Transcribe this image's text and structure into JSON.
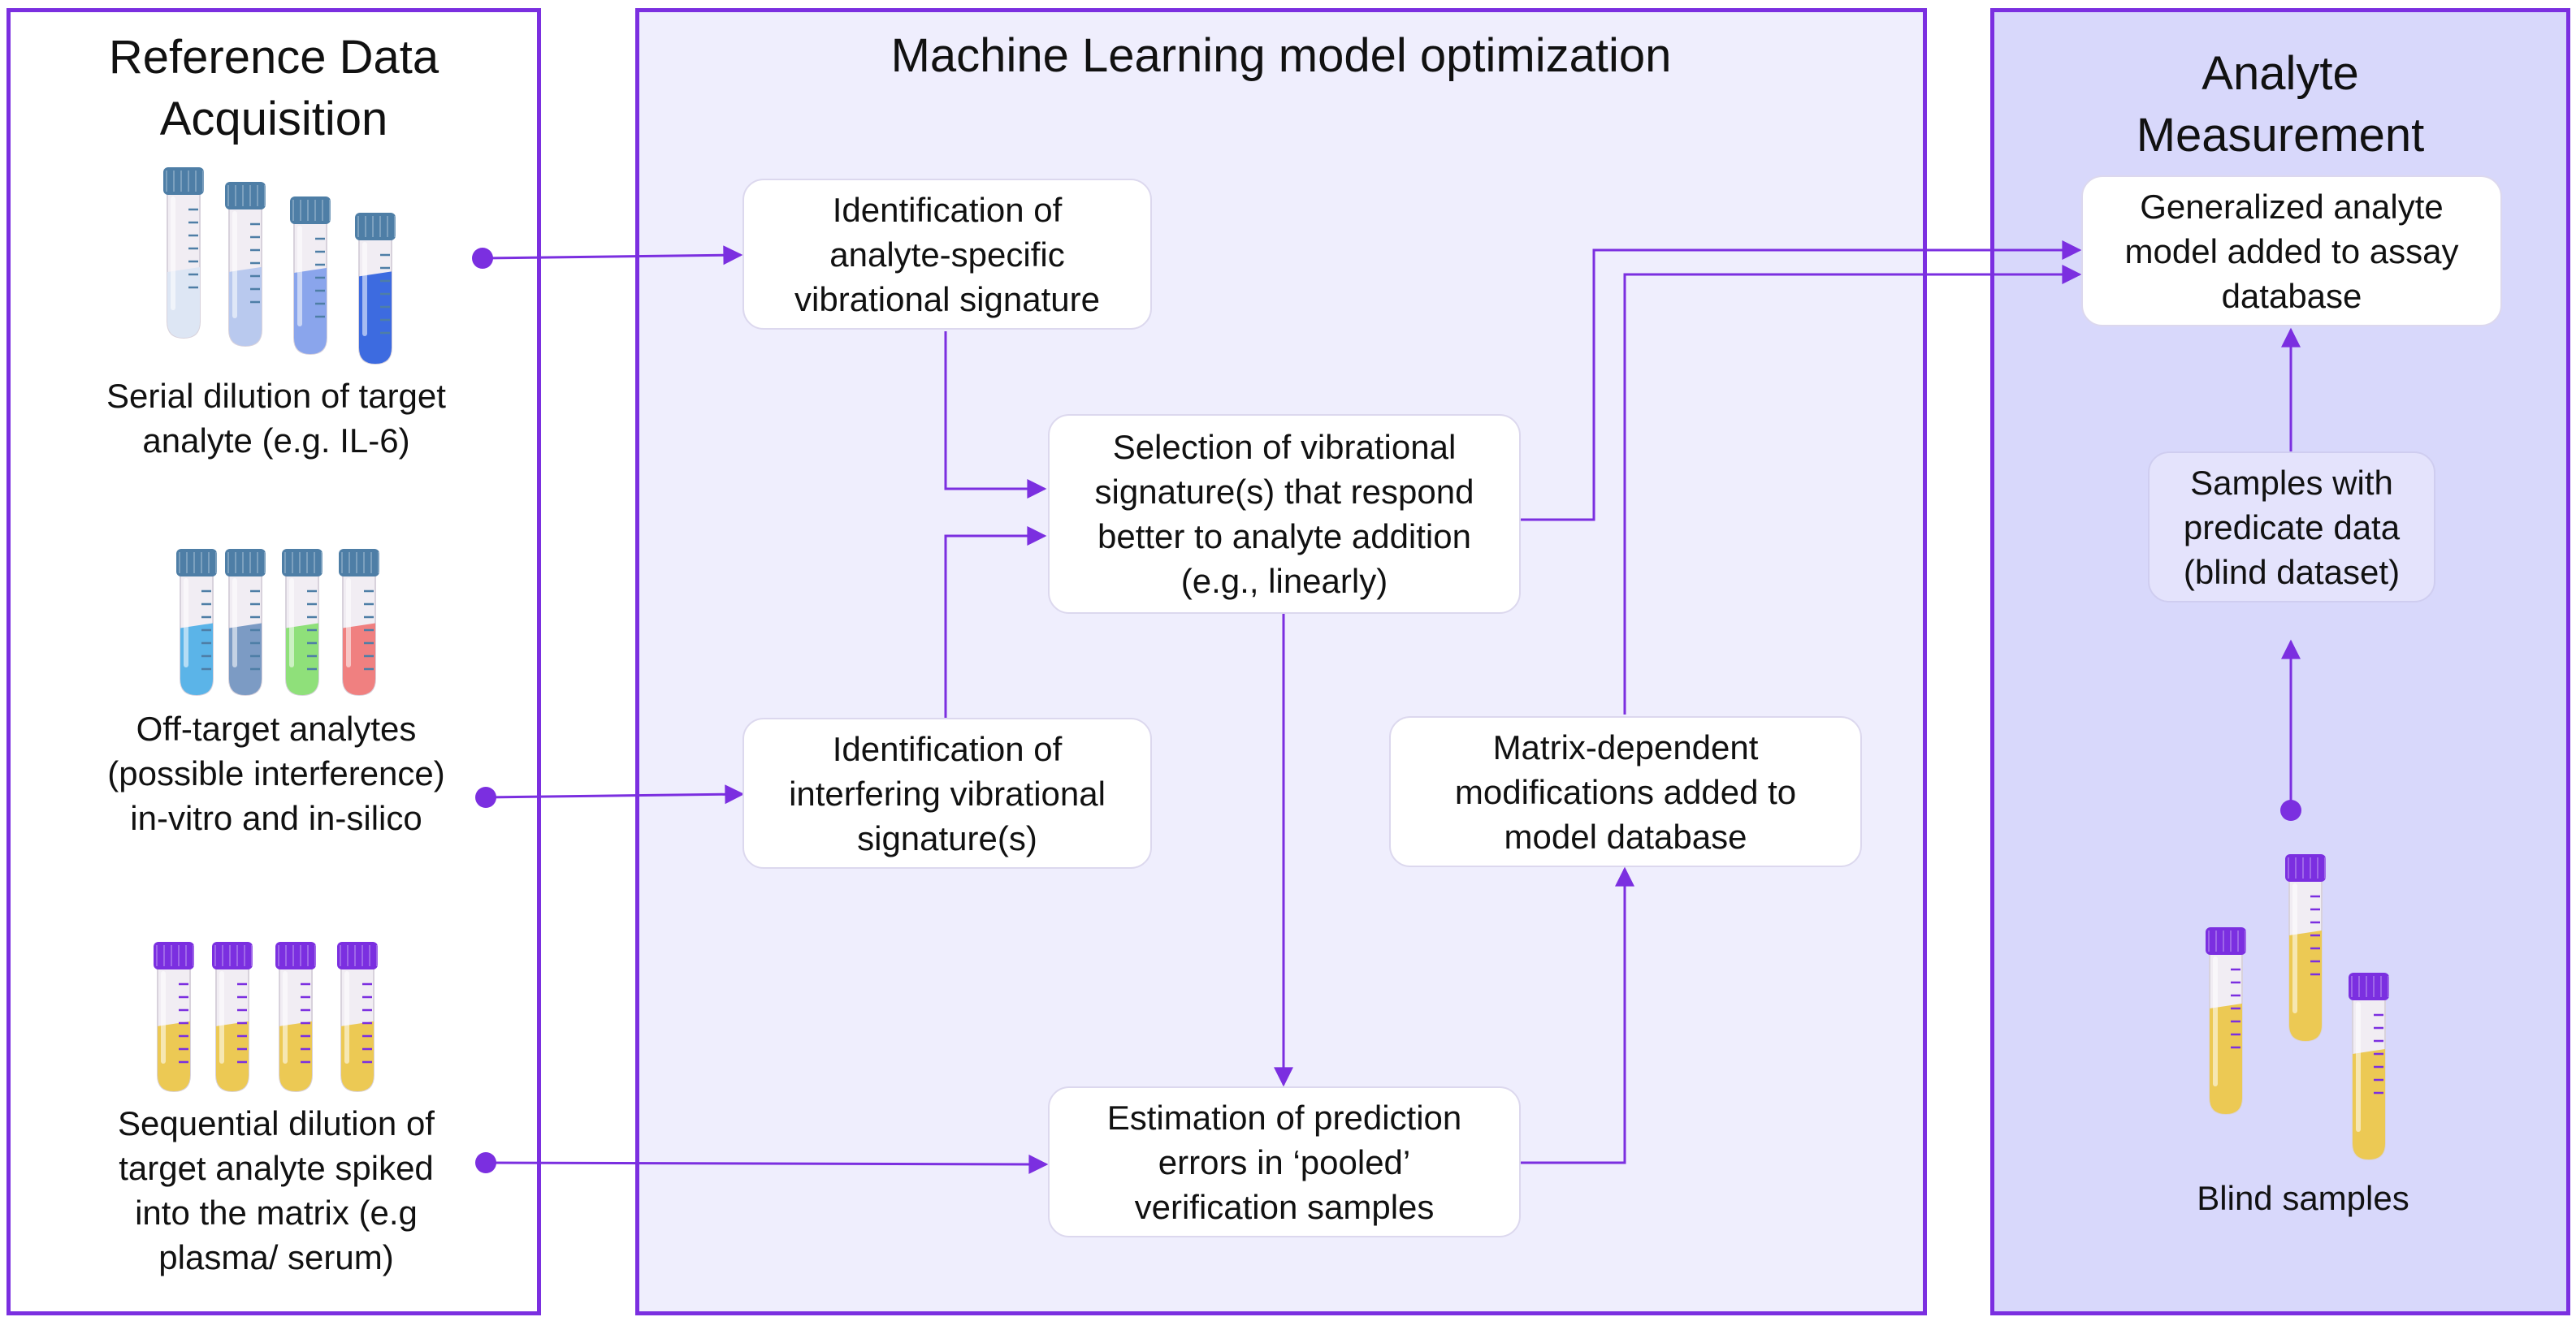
{
  "panels": {
    "reference": {
      "title_line1": "Reference Data",
      "title_line2": "Acquisition"
    },
    "ml": {
      "title": "Machine Learning model optimization"
    },
    "analyte": {
      "title_line1": "Analyte",
      "title_line2": "Measurement"
    }
  },
  "reference_items": {
    "serial": {
      "line1": "Serial dilution of target",
      "line2": "analyte (e.g. IL-6)"
    },
    "offtarget": {
      "line1": "Off-target analytes",
      "line2": "(possible interference)",
      "line3": "in-vitro and in-silico"
    },
    "sequential": {
      "line1": "Sequential dilution of",
      "line2": "target analyte spiked",
      "line3": "into the matrix (e.g",
      "line4": "plasma/ serum)"
    }
  },
  "ml_boxes": {
    "id_specific": {
      "line1": "Identification of",
      "line2": "analyte-specific",
      "line3": "vibrational signature"
    },
    "selection": {
      "line1": "Selection of vibrational",
      "line2": "signature(s) that respond",
      "line3": "better to analyte addition",
      "line4": "(e.g., linearly)"
    },
    "id_interfering": {
      "line1": "Identification of",
      "line2": "interfering vibrational",
      "line3": "signature(s)"
    },
    "matrix": {
      "line1": "Matrix-dependent",
      "line2": "modifications added to",
      "line3": "model database"
    },
    "estimation": {
      "line1": "Estimation of prediction",
      "line2": "errors in ‘pooled’",
      "line3": "verification samples"
    }
  },
  "analyte_boxes": {
    "generalized": {
      "line1": "Generalized analyte",
      "line2": "model added to assay",
      "line3": "database"
    },
    "samples": {
      "line1": "Samples with",
      "line2": "predicate data",
      "line3": "(blind dataset)"
    },
    "blind_label": "Blind samples"
  },
  "colors": {
    "accent": "#7b2fe0",
    "panel_ml_bg": "#efeefd",
    "panel_analyte_bg": "#d8d8fb",
    "tube_cap_blue": "#4e7ea6",
    "tube_cap_purple": "#7b2fe0",
    "liquid_blue_set": [
      "#dde6f4",
      "#b9c9ee",
      "#8aa5ec",
      "#3d6be0"
    ],
    "liquid_offtarget_set": [
      "#5bb4e8",
      "#7c9bc4",
      "#8fe07a",
      "#f08080"
    ],
    "liquid_matrix": "#ecc954"
  }
}
